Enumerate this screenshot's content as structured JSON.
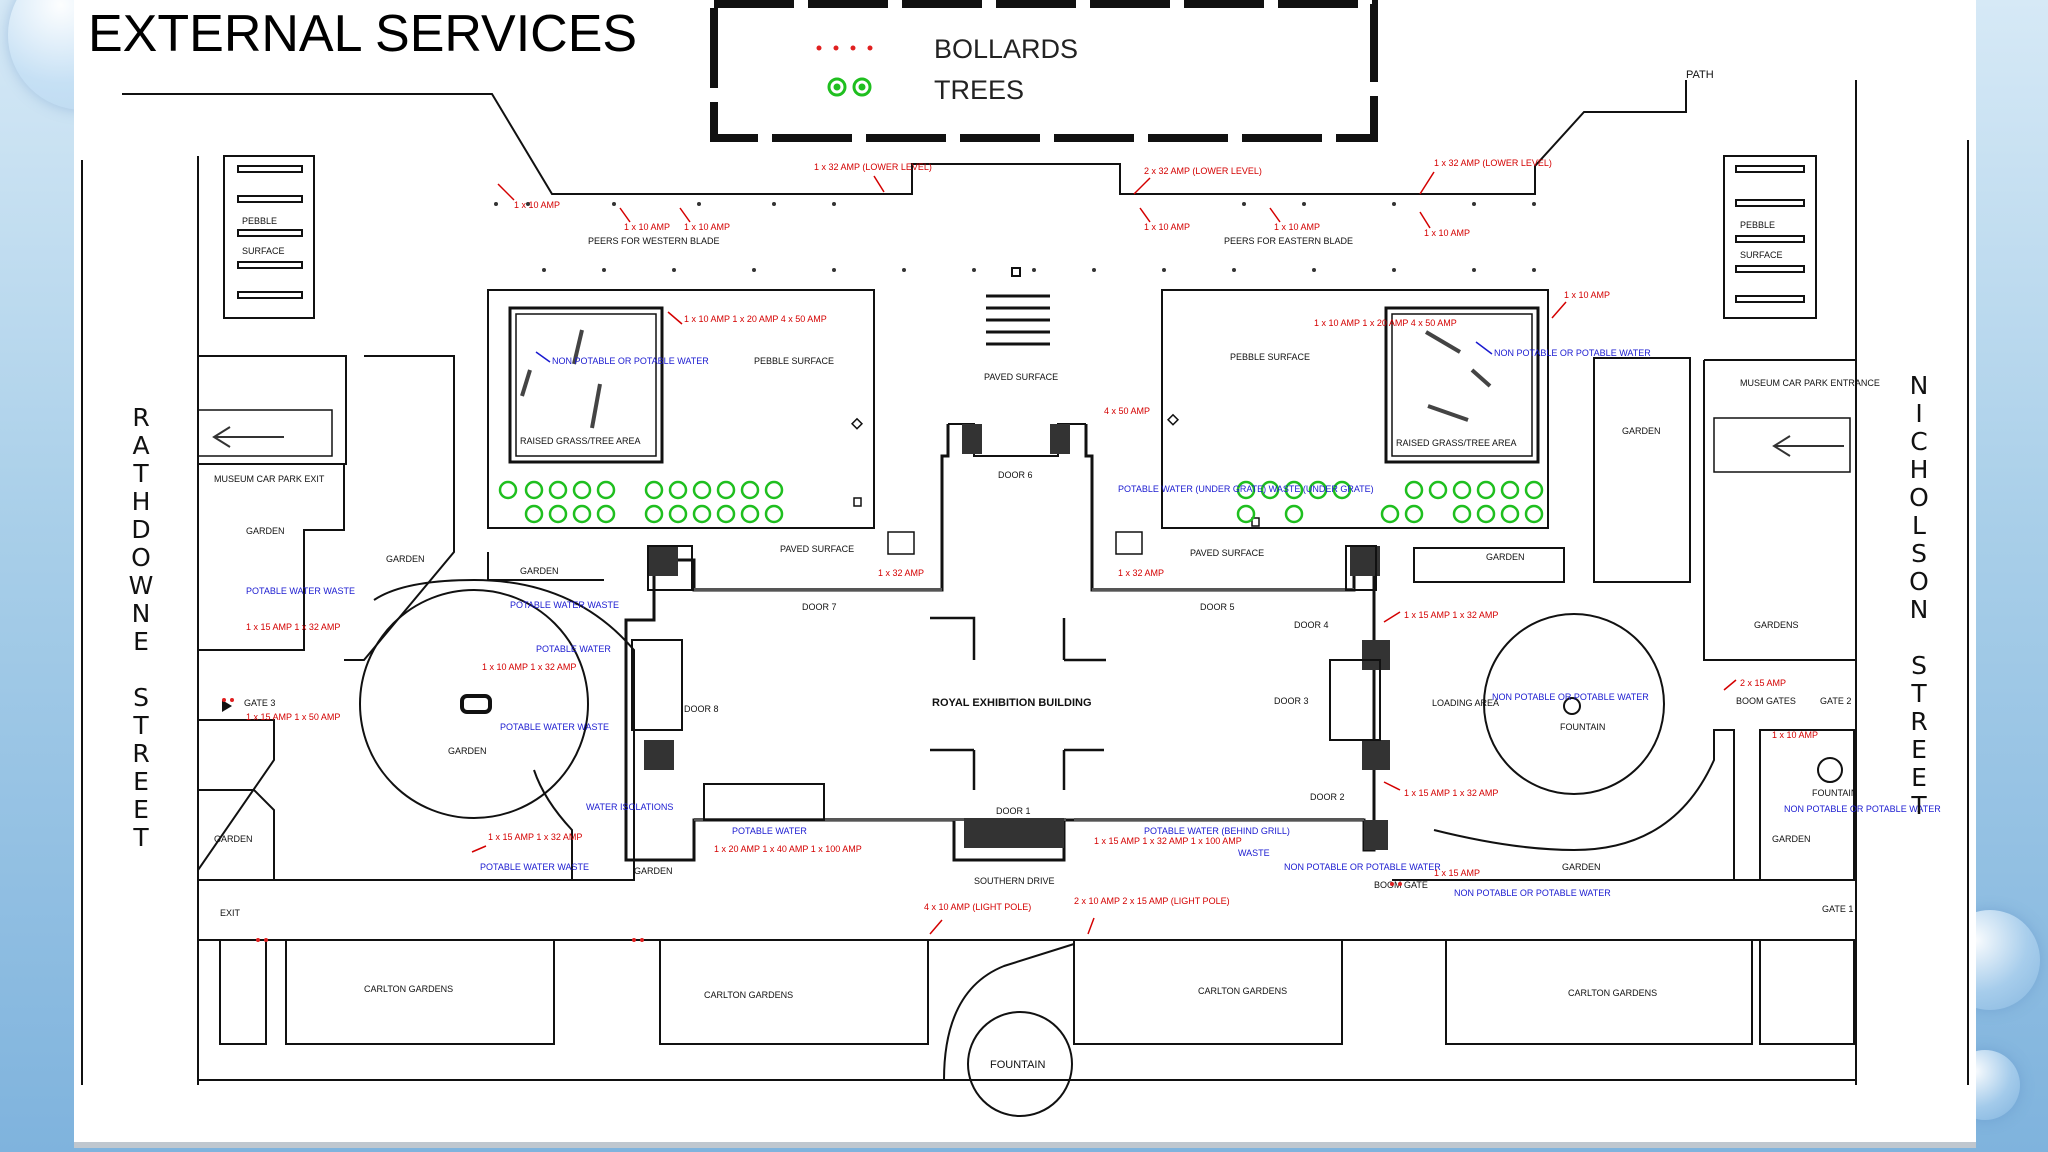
{
  "title": "EXTERNAL SERVICES",
  "legend": {
    "bollards_label": "BOLLARDS",
    "trees_label": "TREES",
    "colors": {
      "bollards": "#e02020",
      "trees": "#1fbf1f"
    }
  },
  "colors": {
    "services": "#d40000",
    "water": "#1a1ad0",
    "lines": "#111111",
    "slide_bg": "#7fb3dd"
  },
  "streets": {
    "west": "RATHDOWNE STREET",
    "east": "NICHOLSON STREET"
  },
  "building": {
    "name": "ROYAL EXHIBITION BUILDING",
    "doors": [
      "DOOR 6",
      "DOOR 7",
      "DOOR 5",
      "DOOR 4",
      "DOOR 8",
      "DOOR 3",
      "DOOR 2",
      "DOOR 1"
    ]
  },
  "top": {
    "path": "PATH",
    "peers_west": "PEERS FOR WESTERN BLADE",
    "peers_east": "PEERS FOR EASTERN BLADE",
    "paved_surface": "PAVED SURFACE",
    "lower_left": "1 x 32 AMP (LOWER LEVEL)",
    "lower_mid": "2 x 32 AMP (LOWER LEVEL)",
    "lower_right": "1 x 32 AMP (LOWER LEVEL)",
    "amp10": "1 x 10 AMP"
  },
  "areas": {
    "pebble": "PEBBLE",
    "surface": "SURFACE",
    "pebble_surface": "PEBBLE SURFACE",
    "raised_grass": "RAISED GRASS/TREE AREA",
    "non_potable": "NON POTABLE OR POTABLE WATER",
    "paved_surface": "PAVED SURFACE",
    "garden": "GARDEN",
    "gardens": "GARDENS",
    "museum_exit": "MUSEUM CAR PARK EXIT",
    "museum_entrance": "MUSEUM CAR PARK ENTRANCE",
    "potable_water_waste": "POTABLE WATER WASTE",
    "potable_water": "POTABLE WATER",
    "water_isolations": "WATER ISOLATIONS",
    "gate3": "GATE 3",
    "gate2": "GATE 2",
    "gate1": "GATE 1",
    "exit": "EXIT",
    "fountain": "FOUNTAIN",
    "loading_area": "LOADING AREA",
    "boom_gates": "BOOM GATES",
    "boom_gate": "BOOM GATE",
    "southern_drive": "SOUTHERN DRIVE",
    "carlton_gardens": "CARLTON GARDENS",
    "waste": "WASTE",
    "under_grate": "POTABLE WATER (UNDER GRATE) WASTE (UNDER GRATE)",
    "behind_grill": "POTABLE WATER (BEHIND GRILL)",
    "light_pole_left": "4 x 10 AMP (LIGHT POLE)",
    "light_pole_right": "2 x 10 AMP 2 x 15 AMP (LIGHT POLE)",
    "trio": "1 x 10 AMP 1 x 20 AMP 4 x 50 AMP",
    "amp15_32": "1 x 15 AMP 1 x 32 AMP",
    "amp50": "4 x 50 AMP",
    "amp32": "1 x 32 AMP",
    "amp15": "1 x 15 AMP",
    "amp2x15": "2 x 15 AMP",
    "south_trio": "1 x 20 AMP 1 x 40 AMP 1 x 100 AMP",
    "south_trio2": "1 x 15 AMP 1 x 32 AMP 1 x 100 AMP",
    "gate3_amps": "1 x 15 AMP 1 x 50 AMP",
    "left_amps": "1 x 15 AMP 1 x 32 AMP",
    "circle_amps": "1 x 10 AMP 1 x 32 AMP"
  }
}
